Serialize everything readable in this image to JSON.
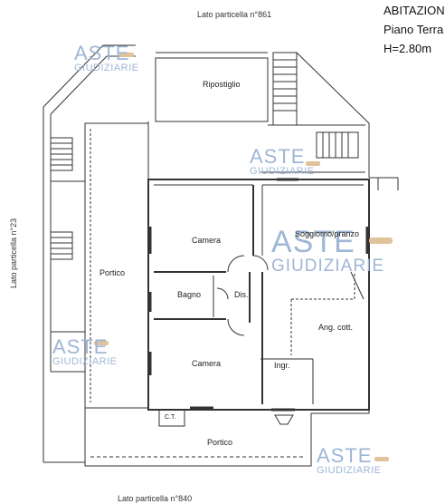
{
  "header": {
    "line1": "ABITAZION",
    "line2": "Piano Terra",
    "line3": "H=2.80m"
  },
  "boundaries": {
    "north": "Lato particella n°861",
    "west": "Lato particella n°23",
    "south": "Lato particella n°840"
  },
  "rooms": {
    "ripostiglio": "Ripostiglio",
    "camera_top": "Camera",
    "soggiorno": "Soggiorno/pranzo",
    "portico_west": "Portico",
    "bagno": "Bagno",
    "dis": "Dis.",
    "ang_cott": "Ang. cott.",
    "camera_bottom": "Camera",
    "ingr": "Ingr.",
    "ct": "C.T.",
    "portico_south": "Portico"
  },
  "watermark": {
    "word1": "ASTE",
    "word2": "GIUDIZIARIE",
    "color_word": "#9fb6d6",
    "color_hammer": "#e0c39a"
  }
}
